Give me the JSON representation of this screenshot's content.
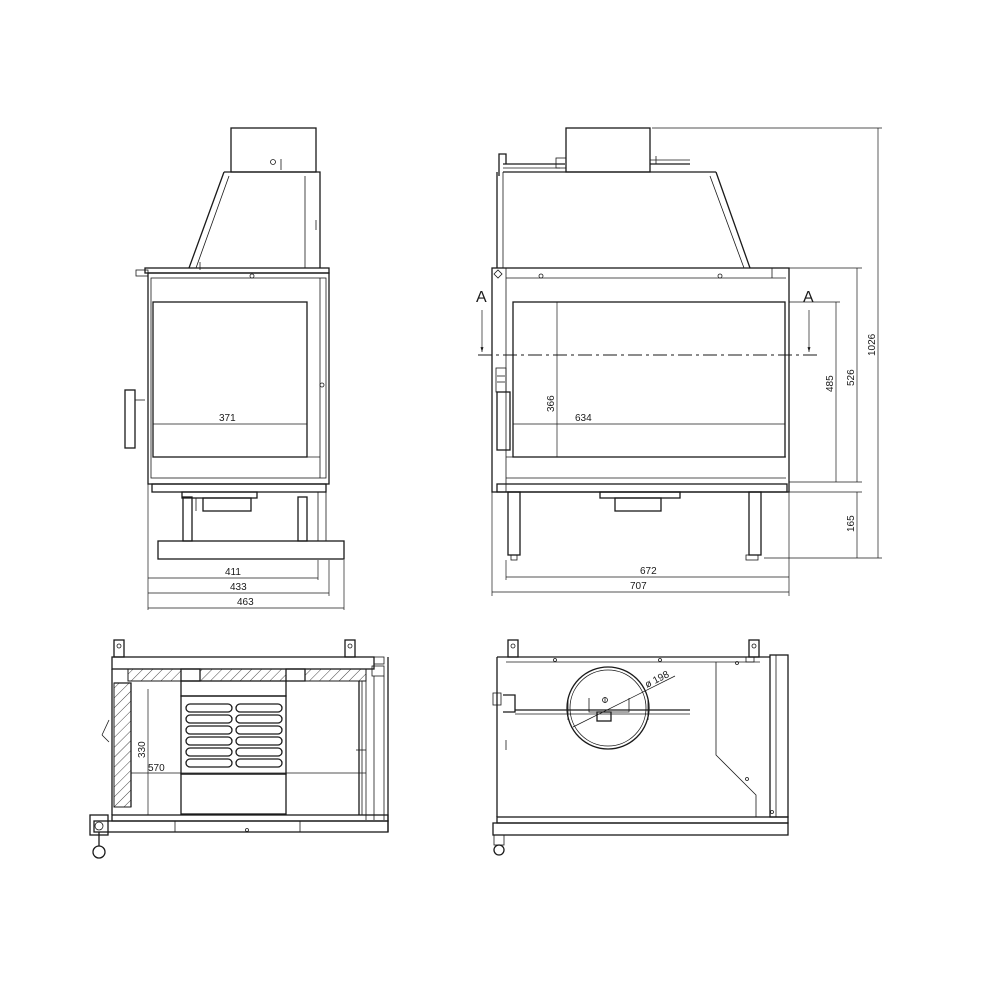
{
  "section_marks": {
    "left": "A",
    "right": "A"
  },
  "dimensions": {
    "front_glass_width": "371",
    "front_width_inner": "411",
    "front_width_mid": "433",
    "front_width_outer": "463",
    "side_glass_width": "634",
    "side_glass_height": "366",
    "side_width_inner": "672",
    "side_width_outer": "707",
    "height_door": "485",
    "height_body": "526",
    "height_total": "1026",
    "height_legs": "165",
    "section_depth": "330",
    "section_width": "570",
    "flue_diameter": "ø 198"
  },
  "colors": {
    "line": "#1a1a1a",
    "background": "#ffffff"
  }
}
